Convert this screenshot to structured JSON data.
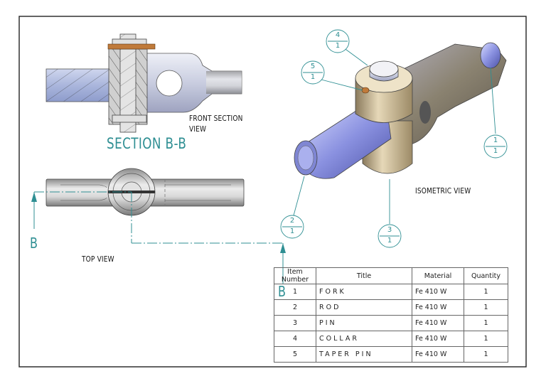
{
  "labels": {
    "front_section_line1": "FRONT SECTION",
    "front_section_line2": "VIEW",
    "section_title": "SECTION B-B",
    "top_view": "TOP VIEW",
    "isometric_view": "ISOMETRIC VIEW",
    "cut_letter_left": "B",
    "cut_letter_right": "B"
  },
  "balloons": [
    {
      "item": "4",
      "qty": "1"
    },
    {
      "item": "5",
      "qty": "1"
    },
    {
      "item": "1",
      "qty": "1"
    },
    {
      "item": "2",
      "qty": "1"
    },
    {
      "item": "3",
      "qty": "1"
    }
  ],
  "bom": {
    "headers": [
      "Item Number",
      "Title",
      "Material",
      "Quantity"
    ],
    "rows": [
      {
        "item": "1",
        "title": "FORK",
        "material": "Fe 410 W",
        "qty": "1"
      },
      {
        "item": "2",
        "title": "ROD",
        "material": "Fe 410 W",
        "qty": "1"
      },
      {
        "item": "3",
        "title": "PIN",
        "material": "Fe 410 W",
        "qty": "1"
      },
      {
        "item": "4",
        "title": "COLLAR",
        "material": "Fe 410 W",
        "qty": "1"
      },
      {
        "item": "5",
        "title": "TAPER PIN",
        "material": "Fe 410 W",
        "qty": "1"
      }
    ]
  },
  "colors": {
    "leader": "#2f8f93",
    "border": "#222222",
    "steel_light": "#d9dcea",
    "steel_blue": "#7f86d3",
    "bronze": "#c9b48e",
    "pin": "#c07a3a"
  }
}
